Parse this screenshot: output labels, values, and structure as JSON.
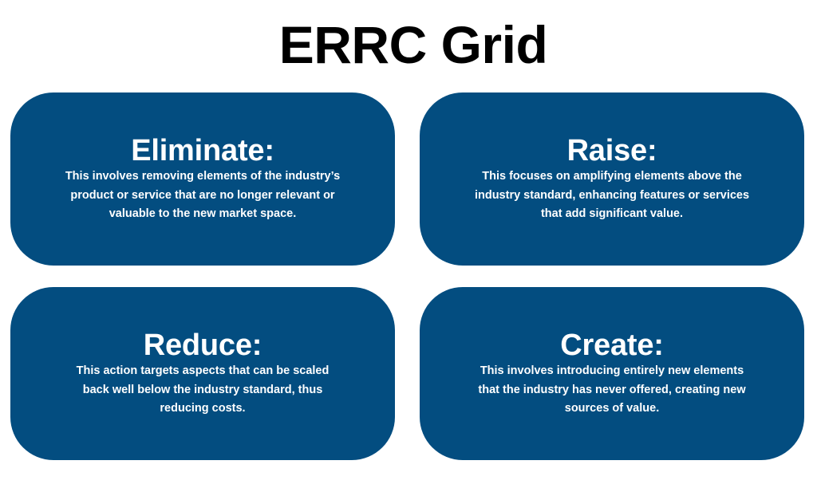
{
  "title": "ERRC Grid",
  "colors": {
    "box_background": "#034D80",
    "box_text": "#FFFFFF",
    "title_text": "#000000",
    "page_background": "#FFFFFF"
  },
  "quadrants": [
    {
      "position": "top-left",
      "heading": "Eliminate:",
      "lines": [
        "This involves removing elements of the industry’s",
        "product or service that are no longer relevant or",
        "valuable to the new market space."
      ]
    },
    {
      "position": "top-right",
      "heading": "Raise:",
      "lines": [
        "This focuses on amplifying elements above the",
        "industry standard, enhancing features or services",
        "that add significant value."
      ]
    },
    {
      "position": "bottom-left",
      "heading": "Reduce:",
      "lines": [
        "This action targets aspects that can be scaled",
        "back well below the industry standard, thus",
        "reducing costs."
      ]
    },
    {
      "position": "bottom-right",
      "heading": "Create:",
      "lines": [
        "This involves introducing entirely new elements",
        "that the industry has never offered, creating new",
        "sources of value."
      ]
    }
  ]
}
